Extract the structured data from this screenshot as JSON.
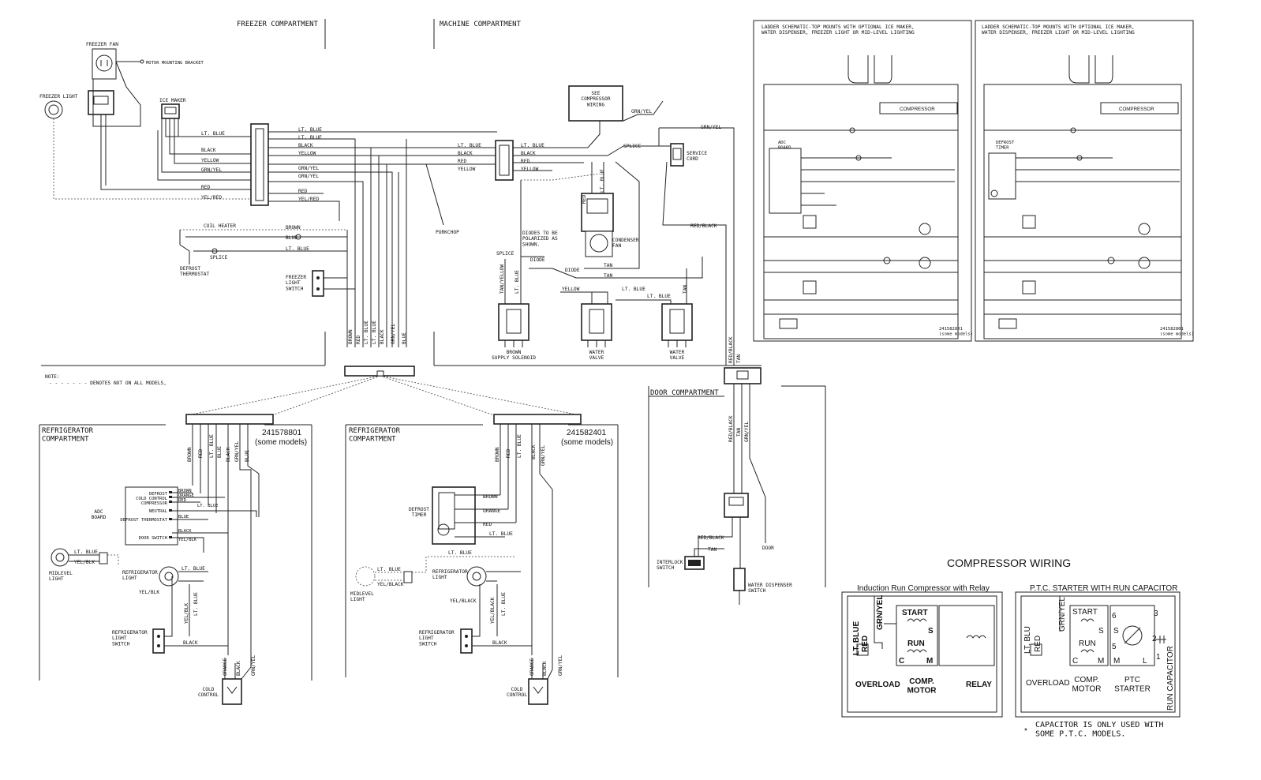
{
  "sections": {
    "freezer": "FREEZER COMPARTMENT",
    "machine": "MACHINE COMPARTMENT",
    "door": "DOOR COMPARTMENT",
    "fridge_left": "REFRIGERATOR\nCOMPARTMENT",
    "fridge_right": "REFRIGERATOR\nCOMPARTMENT"
  },
  "note": {
    "title": "NOTE:",
    "text": "- - - - - - - DENOTES NOT ON ALL MODELS,"
  },
  "freezer_components": {
    "freezer_fan": "FREEZER FAN",
    "motor_bracket": "MOTOR MOUNTING BRACKET",
    "freezer_light": "FREEZER LIGHT",
    "ice_maker": "ICE MAKER",
    "coil_heater": "COIL HEATER",
    "splice": "SPLICE",
    "defrost_thermostat": "DEFROST\nTHERMOSTAT",
    "freezer_light_switch": "FREEZER\nLIGHT\nSWITCH",
    "porkchop": "PORKCHOP"
  },
  "freezer_wires": [
    "LT. BLUE",
    "BLACK",
    "YELLOW",
    "GRN/YEL",
    "RED",
    "YEL/RED"
  ],
  "freezer_harness_wires": [
    "LT. BLUE",
    "LT. BLUE",
    "BLACK",
    "YELLOW",
    "GRN/YEL",
    "GRN/YEL",
    "RED",
    "YEL/RED"
  ],
  "heater_wires": [
    "BROWN",
    "BLUE",
    "LT. BLUE"
  ],
  "vertical_bundle": [
    "BROWN",
    "RED",
    "LT. BLUE",
    "LT. BLUE",
    "BLACK",
    "GRN/YEL",
    "BLUE"
  ],
  "machine_components": {
    "see_compressor": "SEE\nCOMPRESSOR\nWIRING",
    "grn_yel_top": "GRN/YEL",
    "grn_yel_right": "GRN/YEL",
    "splice": "SPLICE",
    "service_cord": "SERVICE\nCORD",
    "condenser_fan": "CONDENSER\nFAN",
    "diodes_note": "DIODES TO BE\nPOLARIZED AS\nSHOWN.",
    "diode_1": "DIODE",
    "diode_2": "DIODE",
    "splice_left": "SPLICE",
    "red_black": "RED/BLACK",
    "supply_solenoid": "BROWN\nSUPPLY SOLENOID",
    "water_valve_1": "WATER\nVALVE",
    "water_valve_2": "WATER\nVALVE"
  },
  "machine_wires_left": [
    "LT. BLUE",
    "BLACK",
    "RED",
    "YELLOW"
  ],
  "machine_wires_right": [
    "LT. BLUE",
    "BLACK",
    "RED",
    "YELLOW"
  ],
  "machine_misc_wires": [
    "RED",
    "LT. BLUE",
    "TAN",
    "TAN",
    "YELLOW",
    "LT. BLUE",
    "LT. BLUE",
    "TAN",
    "TAN/YELLOW",
    "LT. BLUE"
  ],
  "door_components": {
    "interlock_switch": "INTERLOCK\nSWITCH",
    "water_dispenser_switch": "WATER DISPENSER\nSWITCH",
    "door": "DOOR",
    "red_black_1": "RED/BLACK",
    "red_black_2": "RED/BLACK",
    "red_black_3": "RED/BLACK",
    "tan_1": "TAN",
    "tan_2": "TAN",
    "tan_3": "TAN",
    "grn_yel": "GRN/YEL"
  },
  "fridge_left": {
    "model": "241578801",
    "model_note": "(some models)",
    "bundle": [
      "BROWN",
      "RED",
      "LT. BLUE",
      "BLUE",
      "BLACK",
      "GRN/YEL",
      "BLUE"
    ],
    "adc_board": "ADC\nBOARD",
    "adc_terminals": [
      "DEFROST",
      "COLD CONTROL",
      "COMPRESSOR",
      "NEUTRAL",
      "DEFROST THERMOSTAT",
      "DOOR SWITCH"
    ],
    "adc_wires": [
      "BROWN",
      "ORANGE",
      "RED",
      "LT. BLUE",
      "BLUE",
      "BLACK",
      "YEL/BLK"
    ],
    "midlevel_light": "MIDLEVEL\nLIGHT",
    "refrigerator_light": "REFRIGERATOR\nLIGHT",
    "refrigerator_light_switch": "REFRIGERATOR\nLIGHT\nSWITCH",
    "cold_control": "COLD\nCONTROL",
    "misc_wires": [
      "LT. BLUE",
      "YEL/BLK",
      "LT. BLUE",
      "YEL/BLK",
      "YEL/BLK",
      "LT. BLUE",
      "BLACK",
      "ORANGE",
      "BLACK",
      "GRN/YEL"
    ]
  },
  "fridge_right": {
    "model": "241582401",
    "model_note": "(some models)",
    "bundle": [
      "BROWN",
      "RED",
      "LT. BLUE",
      "BLACK",
      "GRN/YEL"
    ],
    "defrost_timer": "DEFROST\nTIMER",
    "timer_wires": [
      "BROWN",
      "ORANGE",
      "RED",
      "LT. BLUE"
    ],
    "midlevel_light": "MIDLEVEL\nLIGHT",
    "refrigerator_light": "REFRIGERATOR\nLIGHT",
    "refrigerator_light_switch": "REFRIGERATOR\nLIGHT\nSWITCH",
    "cold_control": "COLD\nCONTROL",
    "misc_wires": [
      "LT. BLUE",
      "YEL/BLACK",
      "LT. BLUE",
      "YEL/BLACK",
      "YEL/BLACK",
      "LT. BLUE",
      "BLACK",
      "ORANGE",
      "BLACK",
      "GRN/YEL"
    ]
  },
  "ladder_1": {
    "title": "LADDER SCHEMATIC-TOP MOUNTS WITH OPTIONAL ICE MAKER,\nWATER DISPENSER, FREEZER LIGHT OR MID-LEVEL LIGHTING",
    "compressor": "COMPRESSOR",
    "board": "ADC\nBOARD",
    "part": "241582801\n(some models)"
  },
  "ladder_2": {
    "title": "LADDER SCHEMATIC-TOP MOUNTS WITH OPTIONAL ICE MAKER,\nWATER DISPENSER, FREEZER LIGHT OR MID-LEVEL LIGHTING",
    "compressor": "COMPRESSOR",
    "board": "DEFROST\nTIMER",
    "part": "241582801\n(some models)"
  },
  "compressor_wiring": {
    "title": "COMPRESSOR WIRING",
    "relay_box": {
      "title": "Induction Run Compressor with Relay",
      "lt_blue": "LT. BLUE",
      "red": "RED",
      "grn_yel": "GRN/YEL",
      "start": "START",
      "run": "RUN",
      "s": "S",
      "c": "C",
      "m": "M",
      "overload": "OVERLOAD",
      "comp_motor": "COMP.\nMOTOR",
      "relay": "RELAY"
    },
    "ptc_box": {
      "title": "P.T.C. STARTER WITH RUN CAPACITOR",
      "lt_blu": "LT. BLU",
      "red": "RED",
      "grn_yel": "GRN/YEL",
      "start": "START",
      "run": "RUN",
      "s": "S",
      "c": "C",
      "m": "M",
      "n6": "6",
      "n5": "5",
      "n3": "3",
      "n2": "2",
      "n1": "1",
      "s2": "S",
      "m2": "M",
      "l": "L",
      "overload": "OVERLOAD",
      "comp_motor": "COMP.\nMOTOR",
      "ptc_starter": "PTC\nSTARTER",
      "run_capacitor": "RUN CAPACITOR"
    },
    "footnote_star": "*",
    "footnote": "CAPACITOR IS ONLY USED WITH\nSOME P.T.C. MODELS."
  }
}
